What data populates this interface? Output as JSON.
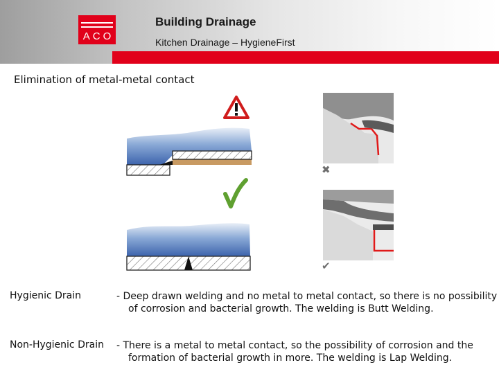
{
  "header": {
    "logo_text": "ACO",
    "title": "Building Drainage",
    "subtitle": "Kitchen Drainage – HygieneFirst",
    "brand_color": "#e1001a"
  },
  "section_title": "Elimination of metal-metal contact",
  "figure": {
    "warning_icon": "warning-triangle-icon",
    "check_icon": "green-checkmark-icon",
    "photo_bad_mark": "✖",
    "photo_good_mark": "✔"
  },
  "items": [
    {
      "label": "Hygienic Drain",
      "description": "- Deep drawn welding and no metal to metal contact, so there is no possibility of corrosion and bacterial growth. The welding is Butt Welding."
    },
    {
      "label": "Non-Hygienic Drain",
      "description": "- There is a metal to metal contact, so the possibility of corrosion and the formation of bacterial growth in more. The welding is Lap Welding."
    }
  ]
}
